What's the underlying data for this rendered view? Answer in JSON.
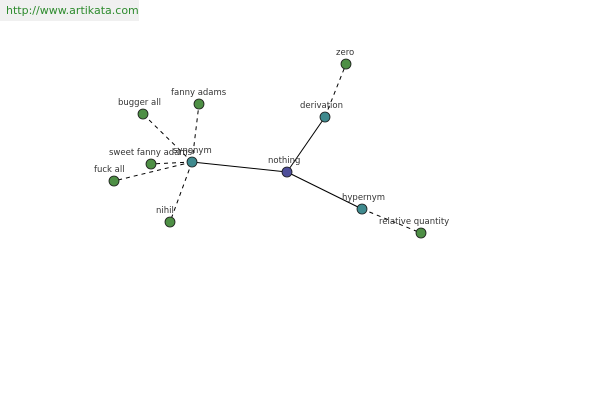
{
  "source": {
    "link_text": "http://www.artikata.com"
  },
  "colors": {
    "center_node": "#4f4f9a",
    "relation_node": "#3f8a8e",
    "term_node": "#4e8f45",
    "edge": "#000000",
    "link_text": "#2e8b2e"
  },
  "nodes": [
    {
      "id": "nothing",
      "label": "nothing",
      "kind": "center"
    },
    {
      "id": "synonym",
      "label": "synonym",
      "kind": "relation"
    },
    {
      "id": "derivation",
      "label": "derivation",
      "kind": "relation"
    },
    {
      "id": "hypernym",
      "label": "hypernym",
      "kind": "relation"
    },
    {
      "id": "zero",
      "label": "zero",
      "kind": "term"
    },
    {
      "id": "relative-quantity",
      "label": "relative quantity",
      "kind": "term"
    },
    {
      "id": "bugger-all",
      "label": "bugger all",
      "kind": "term"
    },
    {
      "id": "fanny-adams",
      "label": "fanny adams",
      "kind": "term"
    },
    {
      "id": "sweet-fanny-adams",
      "label": "sweet fanny adams",
      "kind": "term"
    },
    {
      "id": "fuck-all",
      "label": "fuck all",
      "kind": "term"
    },
    {
      "id": "nihil",
      "label": "nihil",
      "kind": "term"
    }
  ],
  "edges": [
    {
      "from": "nothing",
      "to": "synonym",
      "style": "solid"
    },
    {
      "from": "nothing",
      "to": "derivation",
      "style": "solid"
    },
    {
      "from": "nothing",
      "to": "hypernym",
      "style": "solid"
    },
    {
      "from": "derivation",
      "to": "zero",
      "style": "dashed"
    },
    {
      "from": "hypernym",
      "to": "relative-quantity",
      "style": "dashed"
    },
    {
      "from": "synonym",
      "to": "bugger-all",
      "style": "dashed"
    },
    {
      "from": "synonym",
      "to": "fanny-adams",
      "style": "dashed"
    },
    {
      "from": "synonym",
      "to": "sweet-fanny-adams",
      "style": "dashed"
    },
    {
      "from": "synonym",
      "to": "fuck-all",
      "style": "dashed"
    },
    {
      "from": "synonym",
      "to": "nihil",
      "style": "dashed"
    }
  ]
}
